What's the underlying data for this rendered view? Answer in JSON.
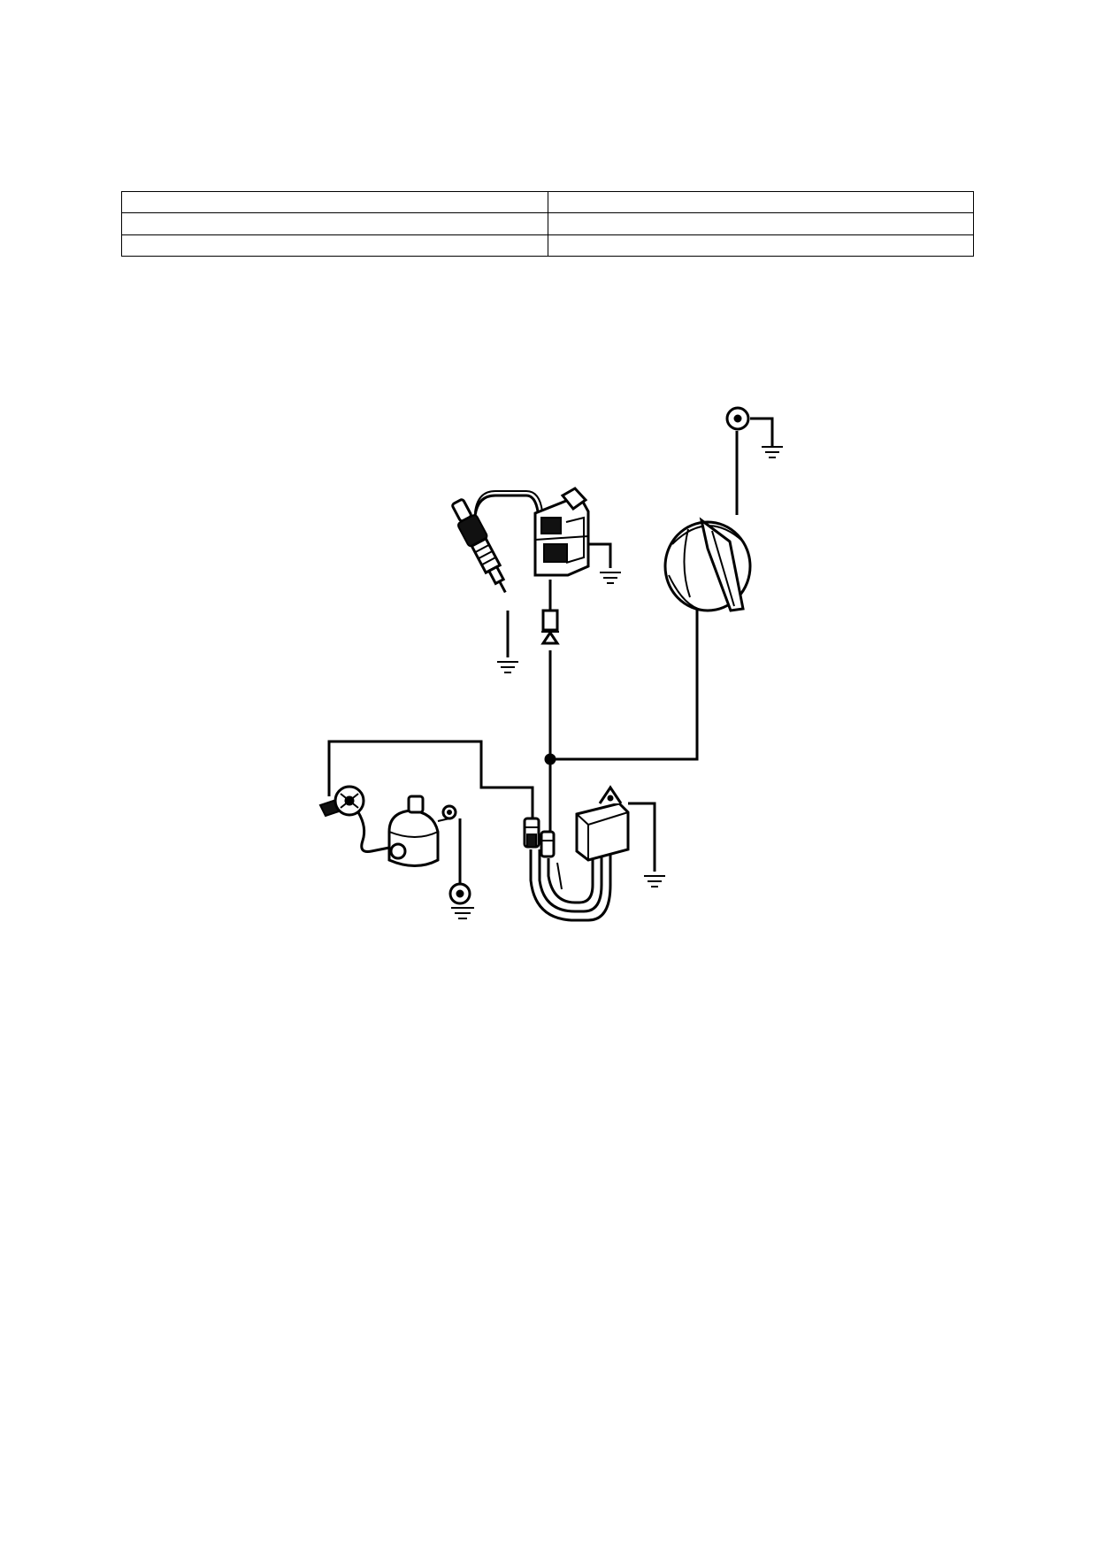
{
  "table": {
    "rows": [
      [
        "",
        ""
      ],
      [
        "",
        ""
      ],
      [
        "",
        ""
      ]
    ]
  },
  "diagram": {
    "components": [
      "spark-plug",
      "ignition-coil",
      "diode",
      "stop-switch",
      "ground-terminal",
      "cdi-module",
      "oil-sensor",
      "connector-plugs",
      "junction-node"
    ]
  }
}
